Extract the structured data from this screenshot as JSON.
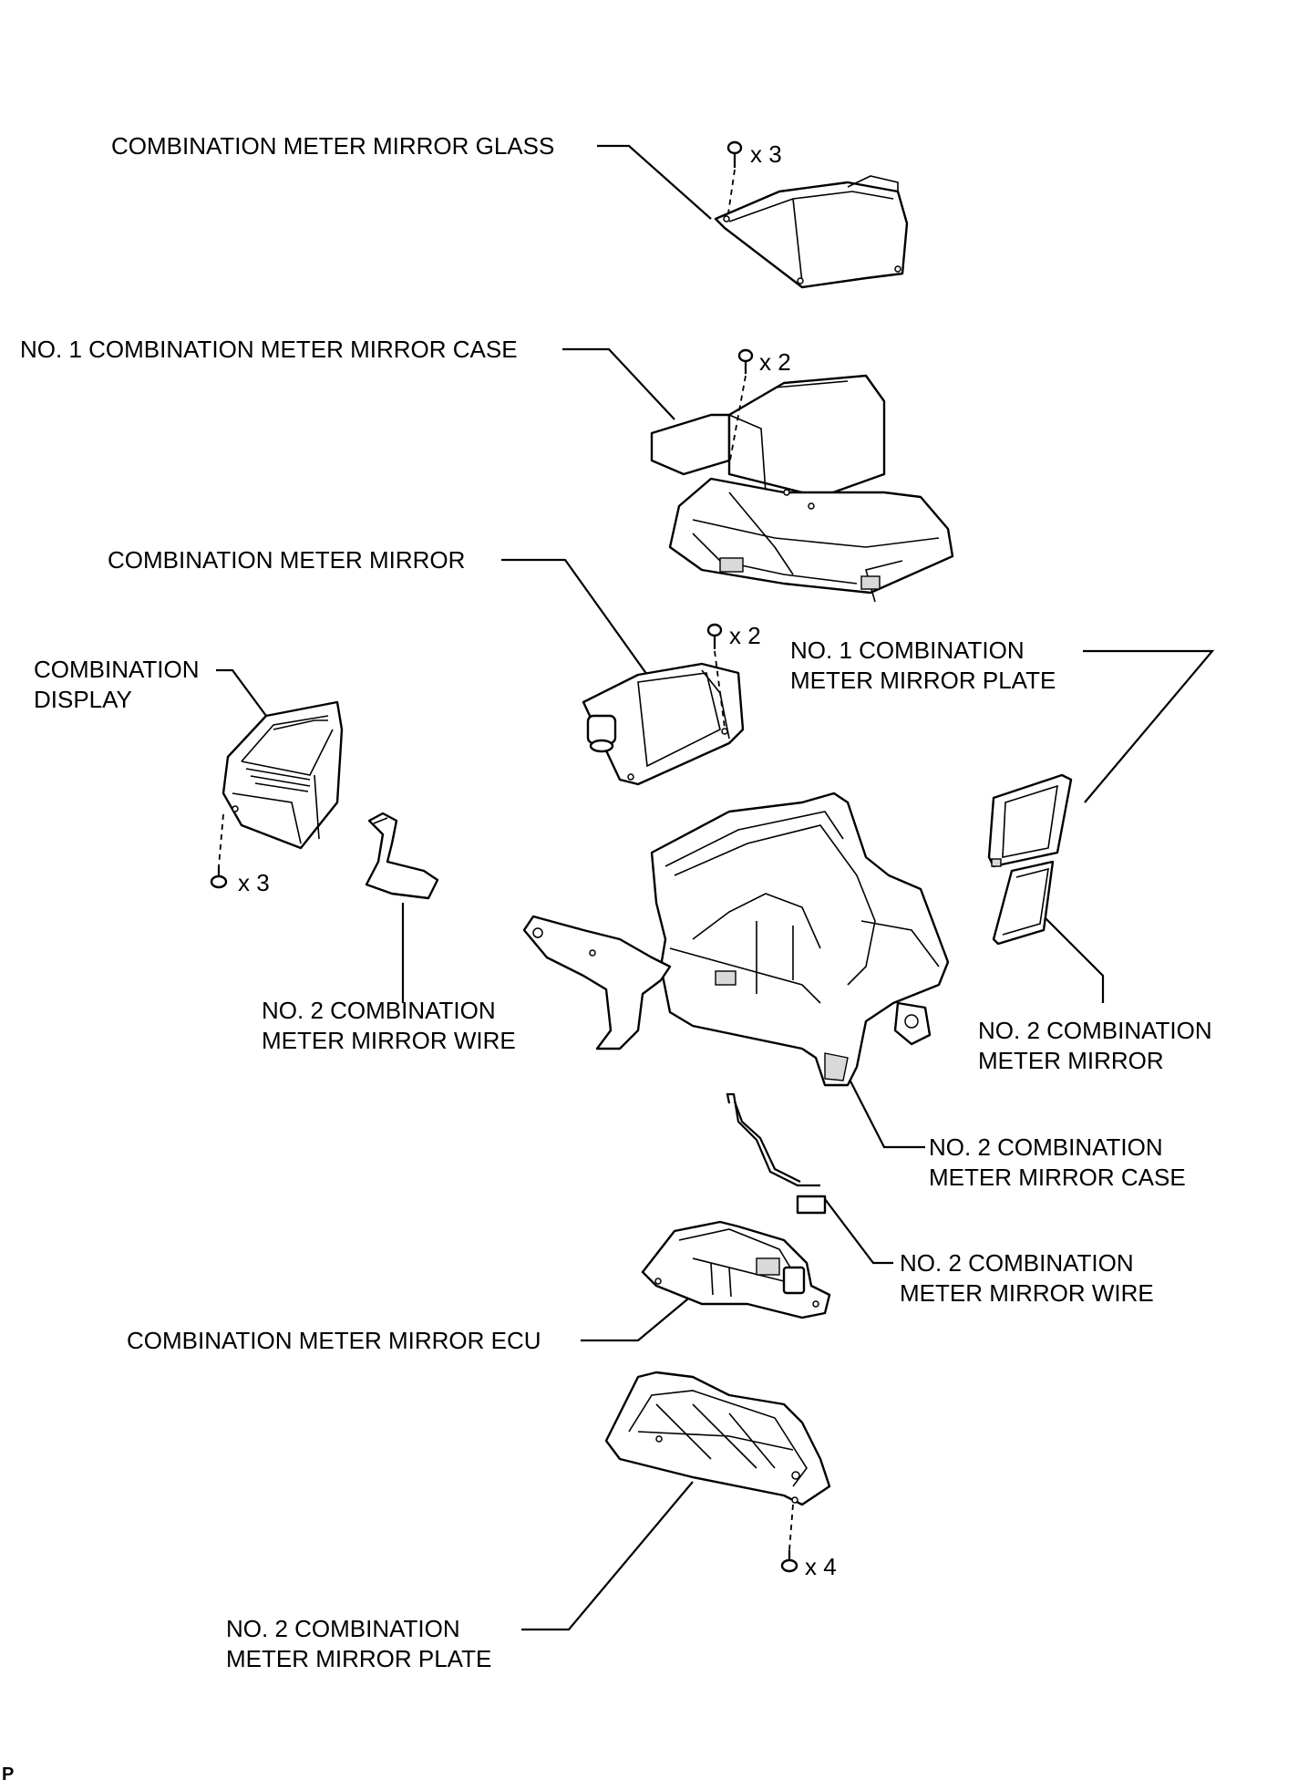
{
  "labels": {
    "mirror_glass": "COMBINATION METER MIRROR GLASS",
    "no1_case": "NO. 1 COMBINATION METER MIRROR CASE",
    "meter_mirror": "COMBINATION METER MIRROR",
    "display_line1": "COMBINATION",
    "display_line2": "DISPLAY",
    "no1_plate_line1": "NO. 1 COMBINATION",
    "no1_plate_line2": "METER MIRROR PLATE",
    "no2_wire_a_line1": "NO. 2 COMBINATION",
    "no2_wire_a_line2": "METER MIRROR WIRE",
    "no2_mirror_line1": "NO. 2 COMBINATION",
    "no2_mirror_line2": "METER MIRROR",
    "no2_case_line1": "NO. 2 COMBINATION",
    "no2_case_line2": "METER MIRROR CASE",
    "no2_wire_b_line1": "NO. 2 COMBINATION",
    "no2_wire_b_line2": "METER MIRROR WIRE",
    "ecu": "COMBINATION METER MIRROR ECU",
    "no2_plate_line1": "NO. 2 COMBINATION",
    "no2_plate_line2": "METER MIRROR PLATE"
  },
  "quantities": {
    "glass_screws": "x 3",
    "no1_case_screws": "x 2",
    "mirror_screws": "x 2",
    "display_screws": "x 3",
    "plate_screws": "x 4"
  },
  "footer": {
    "code": "P"
  }
}
